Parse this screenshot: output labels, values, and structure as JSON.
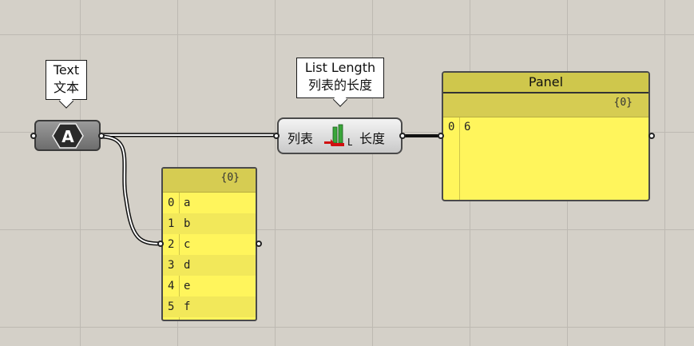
{
  "text_param": {
    "tooltip": [
      "Text",
      "文本"
    ],
    "icon": "letter-a-hex-icon"
  },
  "list_length": {
    "tooltip": [
      "List Length",
      "列表的长度"
    ],
    "input_label": "列表",
    "output_label": "长度",
    "icon": "list-length-icon"
  },
  "list_panel": {
    "path": "{0}",
    "rows": [
      {
        "index": "0",
        "value": "a"
      },
      {
        "index": "1",
        "value": "b"
      },
      {
        "index": "2",
        "value": "c"
      },
      {
        "index": "3",
        "value": "d"
      },
      {
        "index": "4",
        "value": "e"
      },
      {
        "index": "5",
        "value": "f"
      }
    ]
  },
  "result_panel": {
    "title": "Panel",
    "path": "{0}",
    "rows": [
      {
        "index": "0",
        "value": "6"
      }
    ]
  },
  "colors": {
    "canvas": "#d4d0c8",
    "panel_yellow": "#fff55c",
    "panel_header": "#d6cc52"
  }
}
